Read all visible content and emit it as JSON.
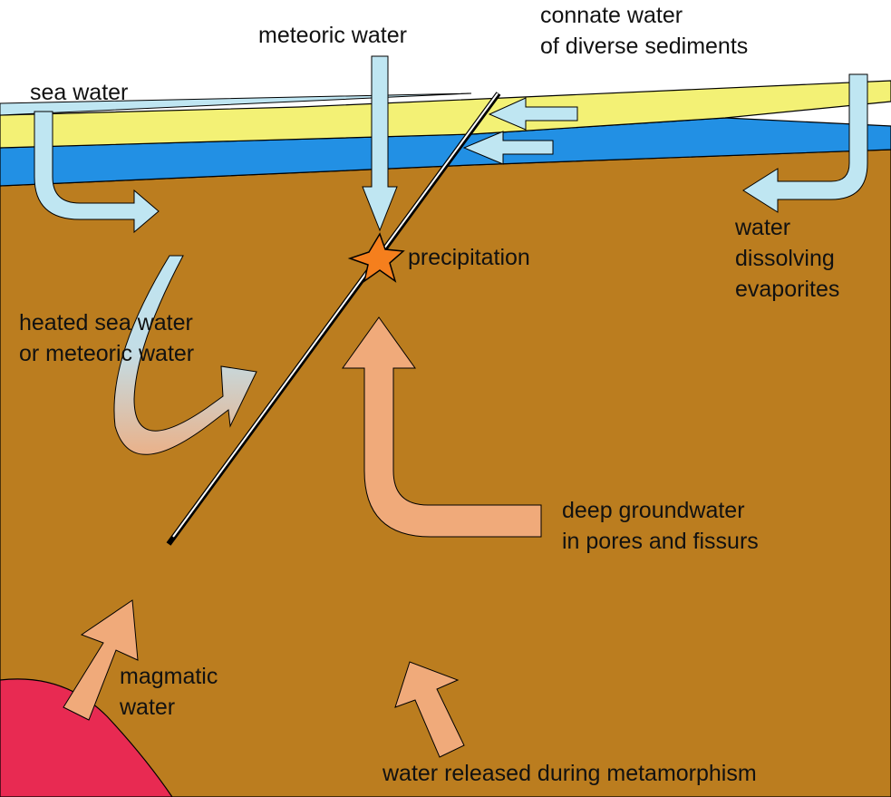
{
  "labels": {
    "sea_water": "sea water",
    "meteoric_water": "meteoric water",
    "connate_water": [
      "connate water",
      "of diverse sediments"
    ],
    "precipitation": "precipitation",
    "water_dissolving_evaporites": [
      "water",
      "dissolving",
      "evaporites"
    ],
    "heated_water": [
      "heated sea water",
      "or meteoric water"
    ],
    "deep_groundwater": [
      "deep groundwater",
      "in pores and fissurs"
    ],
    "magmatic_water": [
      "magmatic",
      "water"
    ],
    "metamorphic_water": "water released during metamorphism"
  },
  "colors": {
    "bedrock": "#bb7d1f",
    "sediment_yellow": "#f3f175",
    "aquifer_blue": "#2290e4",
    "sea_light_blue": "#bfe6f2",
    "cold_water_arrow": "#bfe6f2",
    "warm_water_arrow": "#f0aa7a",
    "magma": "#e82a52",
    "precipitation_star": "#f57f1d",
    "outline": "#000000"
  },
  "icons": {
    "precipitation_marker": "star-burst-icon",
    "flow_markers": "arrow-icon"
  }
}
